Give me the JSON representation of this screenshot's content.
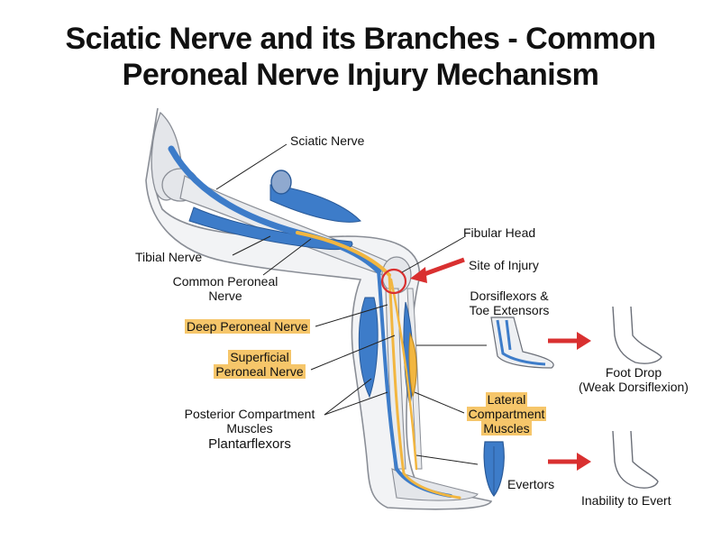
{
  "title": {
    "line1": "Sciatic Nerve and its Branches - Common",
    "line2": "Peroneal Nerve Injury Mechanism"
  },
  "labels": {
    "sciatic_nerve": "Sciatic Nerve",
    "tibial_nerve": "Tibial Nerve",
    "common_peroneal_line1": "Common Peroneal",
    "common_peroneal_line2": "Nerve",
    "deep_peroneal": "Deep Peroneal Nerve",
    "superficial_line1": "Superficial",
    "superficial_line2": "Peroneal Nerve",
    "posterior_line1": "Posterior Compartment",
    "posterior_line2": "Muscles",
    "plantarflexors": "Plantarflexors",
    "fibular_head": "Fibular Head",
    "site_of_injury": "Site of Injury",
    "dorsiflexors_line1": "Dorsiflexors &",
    "dorsiflexors_line2": "Toe Extensors",
    "lateral_line1": "Lateral",
    "lateral_line2": "Compartment",
    "lateral_line3": "Muscles",
    "evertors": "Evertors",
    "foot_drop_line1": "Foot Drop",
    "foot_drop_line2": "(Weak Dorsiflexion)",
    "inability_evert": "Inability to Evert"
  },
  "colors": {
    "nerve_blue": "#3d7cc9",
    "nerve_yellow": "#f2b640",
    "injury_red": "#d93030",
    "bone_gray": "#e4e6ea",
    "outline": "#6b6f78",
    "highlight": "#f6c66a"
  }
}
